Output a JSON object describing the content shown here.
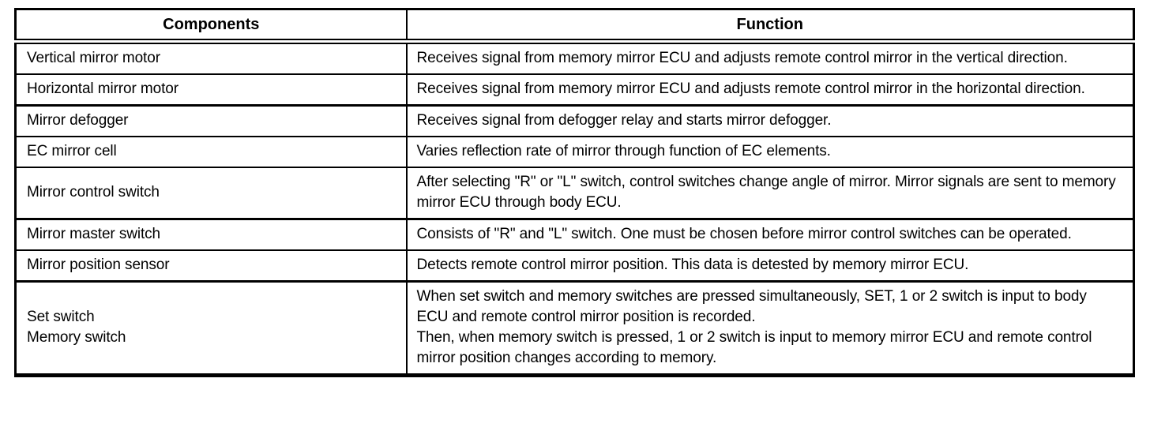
{
  "table": {
    "headers": {
      "components": "Components",
      "function": "Function"
    },
    "rows": [
      {
        "component": "Vertical mirror motor",
        "function": "Receives signal from memory mirror ECU and adjusts remote control mirror in the vertical direction."
      },
      {
        "component": "Horizontal mirror motor",
        "function": "Receives signal from memory mirror ECU and adjusts remote control mirror in the horizontal direction."
      },
      {
        "component": "Mirror defogger",
        "function": "Receives signal from defogger relay and starts mirror defogger."
      },
      {
        "component": "EC mirror cell",
        "function": "Varies reflection rate of mirror through function of EC elements."
      },
      {
        "component": "Mirror control switch",
        "function": "After selecting \"R\" or \"L\" switch, control switches change angle of mirror. Mirror signals are sent to memory mirror ECU through body ECU."
      },
      {
        "component": "Mirror master switch",
        "function": "Consists of \"R\" and \"L\" switch. One must be chosen before mirror control switches can be operated."
      },
      {
        "component": "Mirror position sensor",
        "function": "Detects remote control mirror position. This data is detested by memory mirror ECU."
      },
      {
        "component": "Set switch\nMemory switch",
        "function": "When set switch and memory switches are pressed simultaneously, SET, 1 or 2 switch is input to body ECU and remote control mirror position is recorded.\nThen, when memory switch is pressed, 1 or 2 switch is input to memory mirror ECU and remote control mirror position changes according to memory."
      }
    ]
  }
}
